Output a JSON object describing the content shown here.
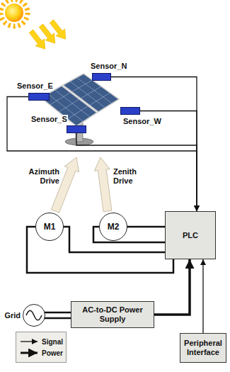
{
  "diagram": {
    "nodes": [
      {
        "text": [
          "Sensor_N"
        ]
      },
      {
        "text": [
          "Sensor_E"
        ]
      },
      {
        "text": [
          "Sensor_W"
        ]
      },
      {
        "text": [
          "Sensor_S"
        ]
      },
      {
        "text": [
          "M1"
        ]
      },
      {
        "text": [
          "M2"
        ]
      },
      {
        "text": [
          "PLC"
        ]
      },
      {
        "text": [
          "Grid"
        ]
      },
      {
        "text": [
          "AC-to-DC Power Supply"
        ]
      },
      {
        "text": [
          "Peripheral Interface"
        ]
      }
    ],
    "edges": [
      {
        "from": 0,
        "to": 6,
        "arrow": "to"
      },
      {
        "from": 1,
        "to": 6,
        "arrow": "to"
      },
      {
        "from": 2,
        "to": 6,
        "arrow": "to"
      },
      {
        "from": 3,
        "to": 6,
        "arrow": "to"
      },
      {
        "from": 4,
        "to": 6,
        "arrow": "none"
      },
      {
        "from": 5,
        "to": 6,
        "arrow": "none"
      },
      {
        "from": 7,
        "to": 8,
        "arrow": "none"
      },
      {
        "from": 8,
        "to": 6,
        "arrow": "to"
      },
      {
        "from": 9,
        "to": 6,
        "arrow": "to"
      }
    ],
    "labels": [
      "Azimuth Drive",
      "Zenith Drive"
    ],
    "legend": [
      {
        "text": "Signal"
      },
      {
        "text": "Power"
      }
    ]
  }
}
